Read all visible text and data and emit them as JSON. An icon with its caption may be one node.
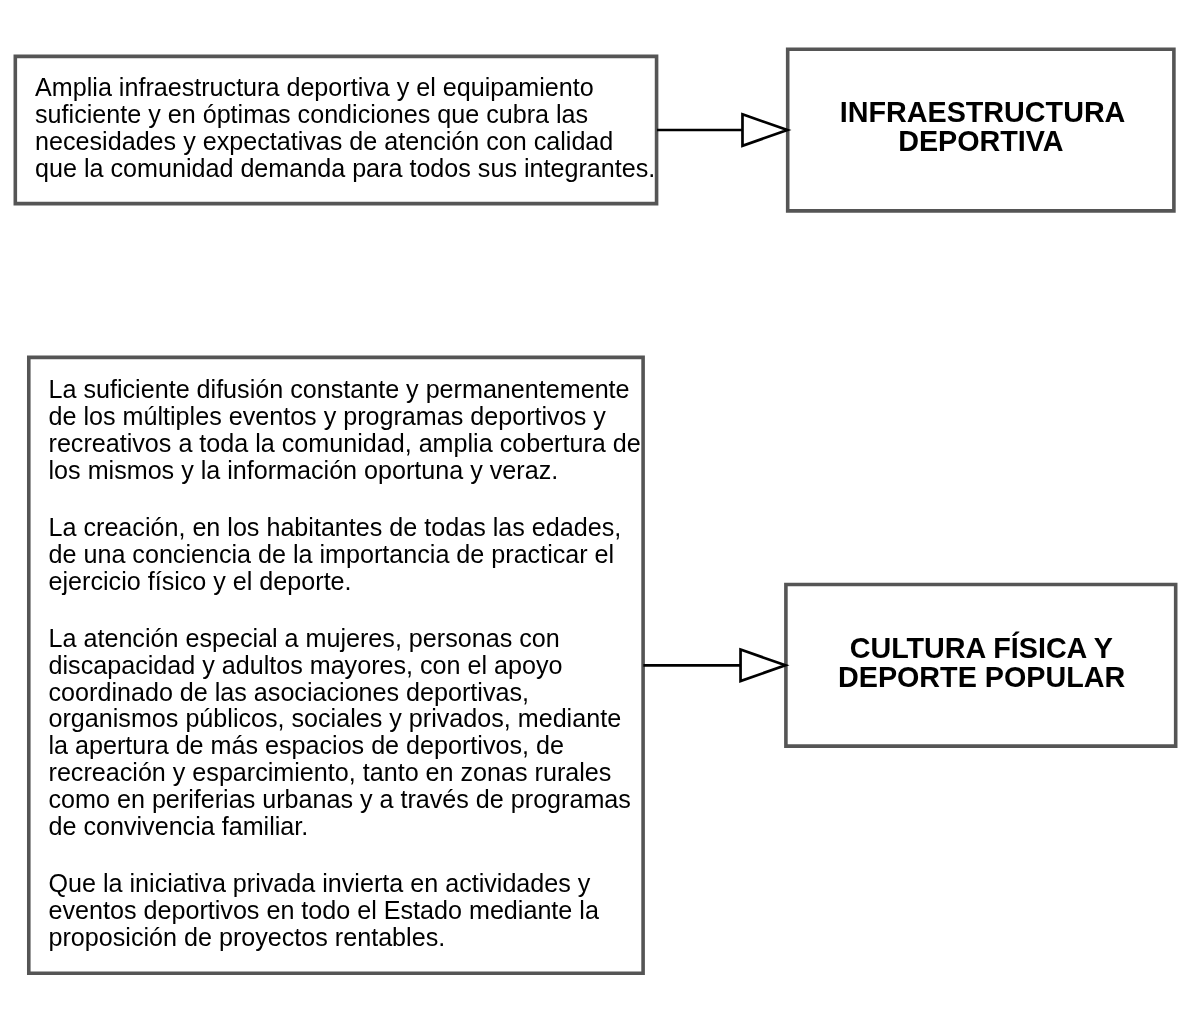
{
  "diagram": {
    "nodes": [
      {
        "text": [
          "Amplia infraestructura deportiva y el equipamiento suficiente y en óptimas condiciones que cubra las necesidades y expectativas de atención con calidad que la comunidad demanda para todos sus integrantes."
        ]
      },
      {
        "text": [
          "INFRAESTRUCTURA DEPORTIVA"
        ]
      },
      {
        "text": [
          "La suficiente difusión constante y permanentemente de los múltiples eventos y programas deportivos y recreativos a toda la comunidad, amplia cobertura de los mismos y la información oportuna y veraz.",
          "La creación, en los habitantes de todas las edades, de una conciencia de la importancia de practicar el ejercicio físico y el deporte.",
          "La atención especial a mujeres, personas con discapacidad y adultos mayores, con el apoyo coordinado de las asociaciones deportivas, organismos públicos, sociales y privados, mediante la apertura de más espacios de deportivos, de recreación y esparcimiento, tanto en zonas rurales como en periferias urbanas y a través de programas de convivencia familiar.",
          "Que la iniciativa privada invierta en actividades y eventos deportivos en todo el Estado mediante la proposición de proyectos rentables."
        ]
      },
      {
        "text": [
          "CULTURA FÍSICA Y DEPORTE POPULAR"
        ]
      }
    ],
    "edges": [
      {
        "from": 0,
        "to": 1,
        "arrow": "to"
      },
      {
        "from": 2,
        "to": 3,
        "arrow": "to"
      }
    ]
  }
}
